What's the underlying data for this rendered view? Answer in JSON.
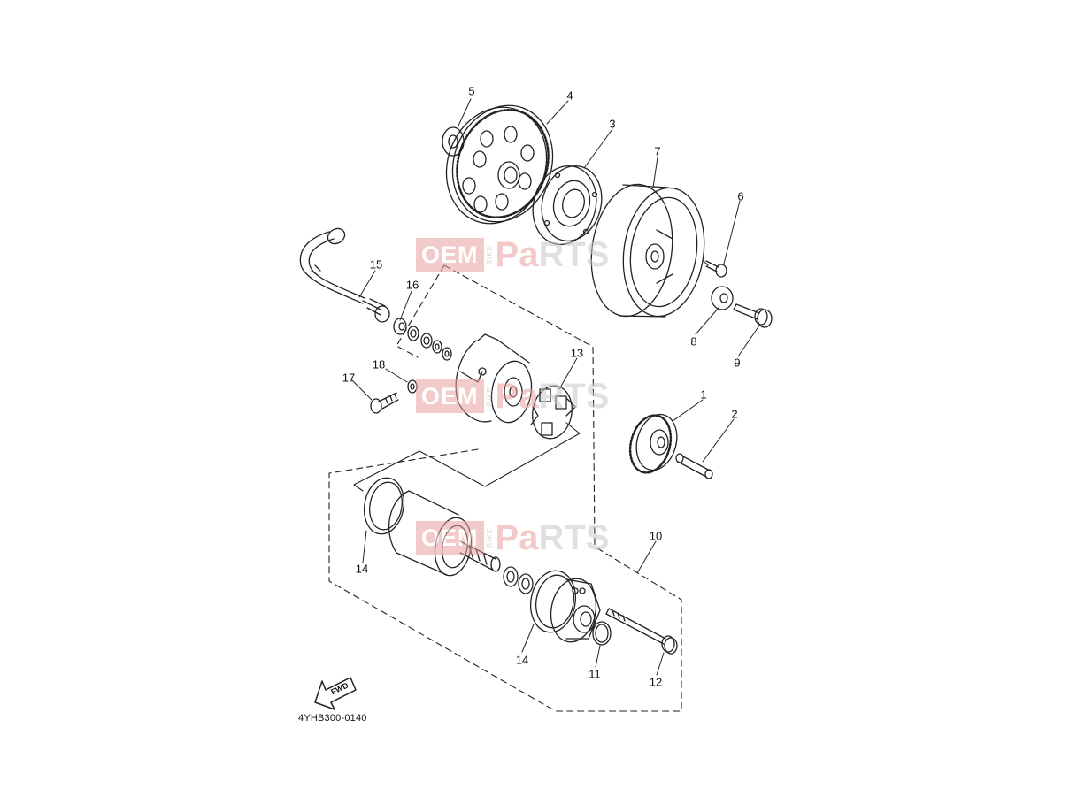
{
  "diagram_code": "4YHB300-0140",
  "fwd_label": "FWD",
  "watermark": {
    "prefix": "OEM",
    "vertical": "BIKE",
    "accent": "Pa",
    "suffix": "RTS"
  },
  "callouts": [
    "1",
    "2",
    "3",
    "4",
    "5",
    "6",
    "7",
    "8",
    "9",
    "10",
    "11",
    "12",
    "13",
    "14",
    "14",
    "15",
    "16",
    "17",
    "18"
  ],
  "colors": {
    "line": "#222222",
    "watermark_red": "#e8a0a0",
    "watermark_gray": "#c8c8c8"
  }
}
